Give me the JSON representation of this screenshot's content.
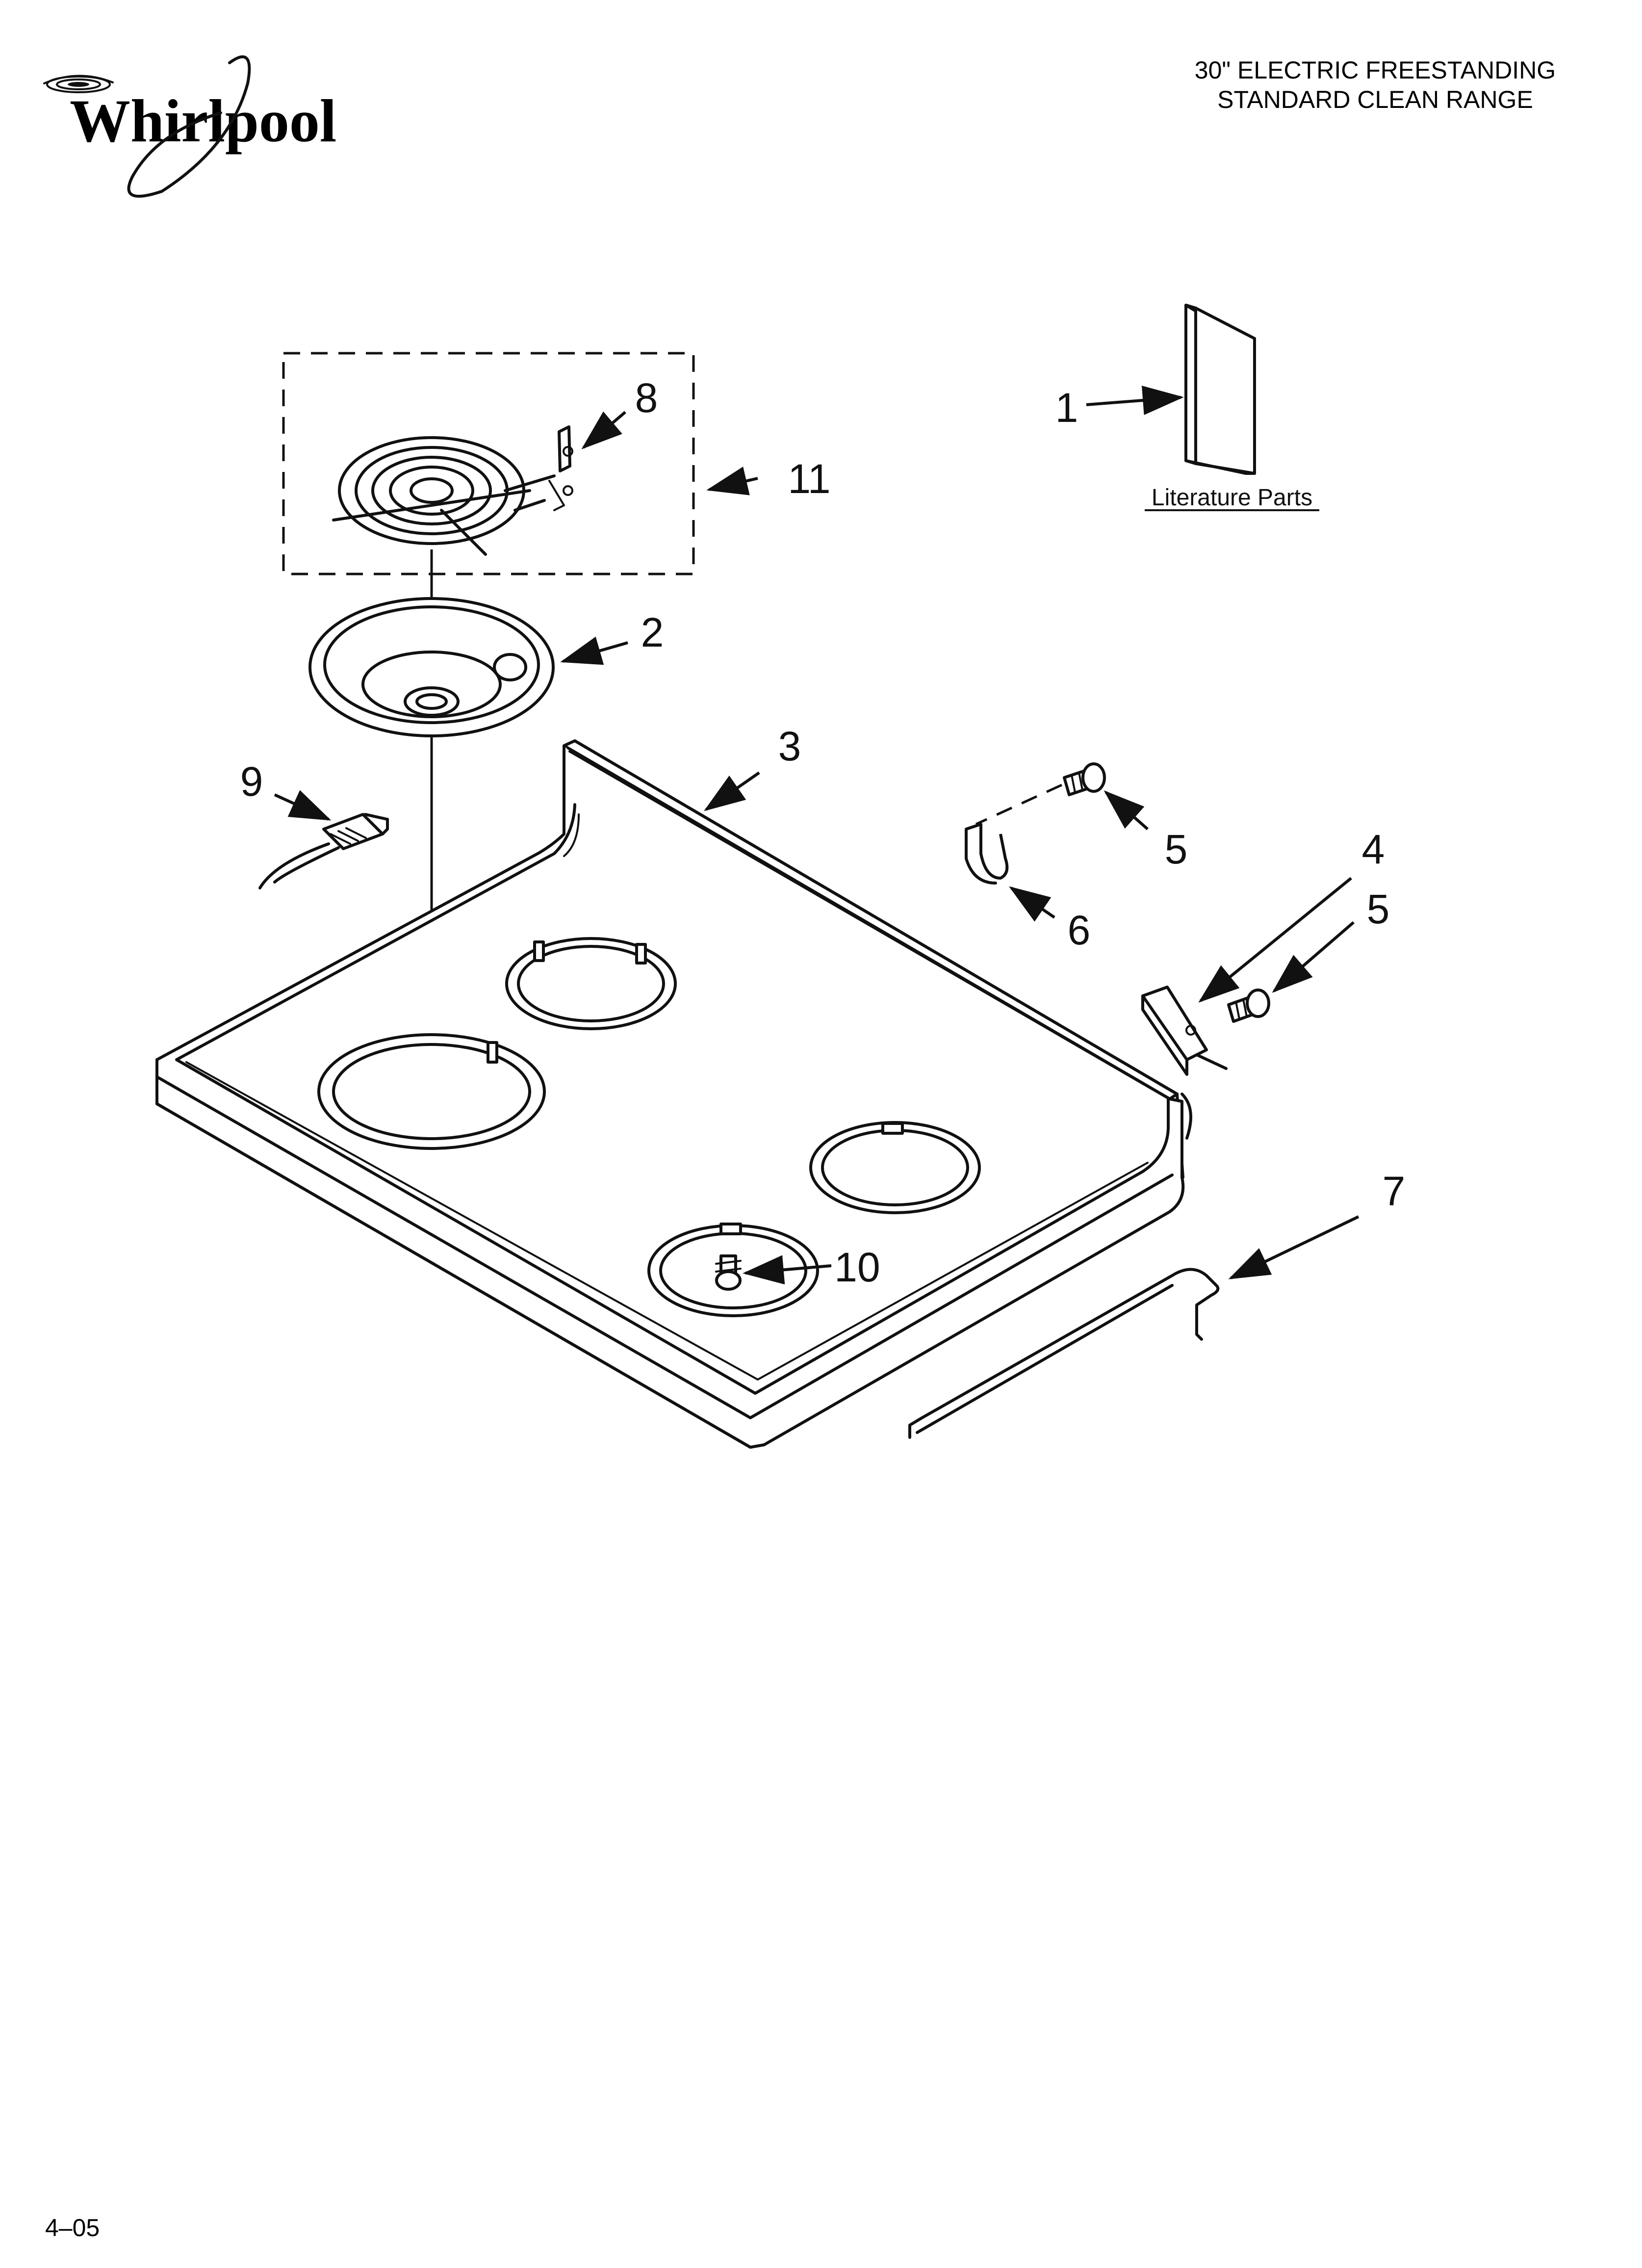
{
  "brand": {
    "logo_text": "Whirlpool"
  },
  "header": {
    "title_line1": "30\" ELECTRIC FREESTANDING",
    "title_line2": "STANDARD CLEAN RANGE"
  },
  "literature": {
    "caption": "Literature Parts"
  },
  "callouts": {
    "c1": "1",
    "c2": "2",
    "c3": "3",
    "c4": "4",
    "c5a": "5",
    "c5b": "5",
    "c6": "6",
    "c7": "7",
    "c8": "8",
    "c9": "9",
    "c10": "10",
    "c11": "11"
  },
  "footer": {
    "date_code": "4–05"
  }
}
